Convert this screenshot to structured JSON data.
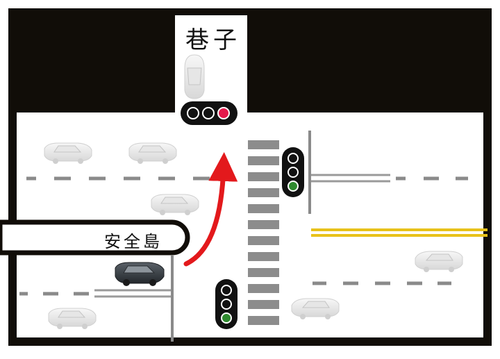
{
  "labels": {
    "alley": "巷子",
    "island": "安全島"
  },
  "signals": [
    {
      "id": "alley-signal",
      "orientation": "horizontal",
      "active": "red"
    },
    {
      "id": "main-road-signal",
      "orientation": "vertical",
      "active": "green"
    },
    {
      "id": "lower-signal",
      "orientation": "vertical",
      "active": "green"
    }
  ],
  "colors": {
    "frame": "#110d08",
    "road": "#ffffff",
    "lane_dash": "#8a8a8a",
    "crosswalk": "#8c8c8c",
    "center_line": "#e8c21a",
    "arrow": "#e3191c",
    "signal_red": "#e3194b",
    "signal_green": "#2f8a2f",
    "ego_car": "#333a40"
  },
  "icons": {
    "ego_car": "dark-car-icon",
    "other_car": "white-car-icon",
    "turn_arrow": "left-turn-arrow-icon"
  }
}
